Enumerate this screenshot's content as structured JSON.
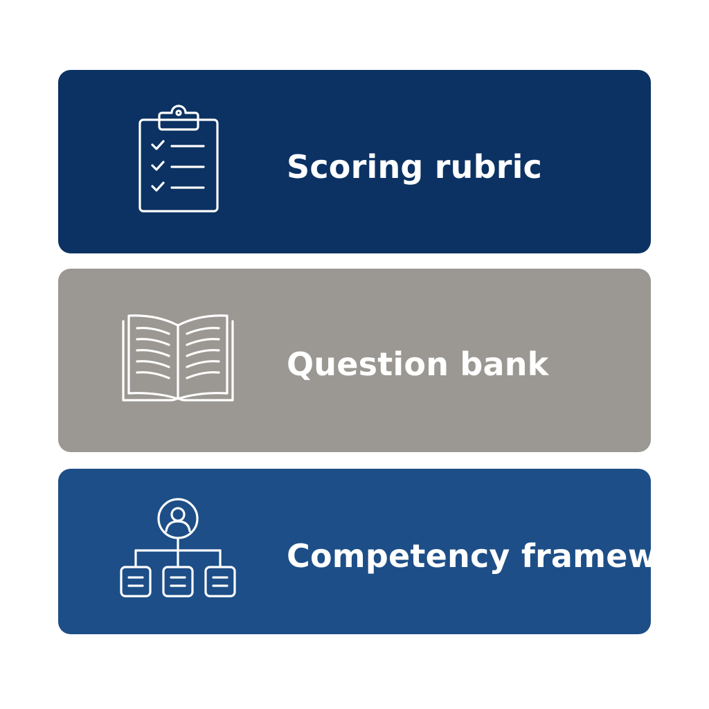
{
  "items": [
    {
      "label": "Scoring rubric",
      "icon": "clipboard-checklist-icon",
      "color": "#0b3262"
    },
    {
      "label": "Question bank",
      "icon": "open-book-icon",
      "color": "#9b9893"
    },
    {
      "label": "Competency framework",
      "icon": "org-hierarchy-icon",
      "color": "#1d4e87"
    }
  ]
}
